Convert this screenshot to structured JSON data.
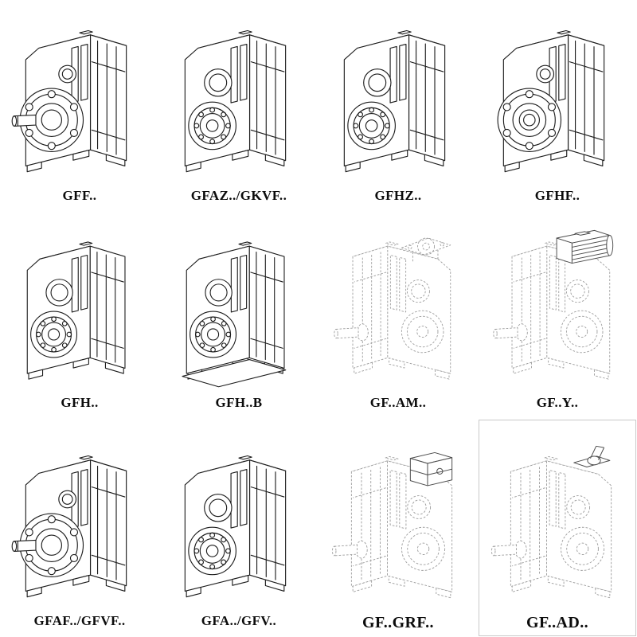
{
  "page": {
    "background": "#ffffff",
    "line_color": "#1c1c1c",
    "phantom_line_color": "#9b9b9b"
  },
  "catalog": {
    "cells": [
      {
        "label": "GFF..",
        "drawing": "#sym-flange-shaft"
      },
      {
        "label": "GFAZ../GKVF..",
        "drawing": "#sym-bores"
      },
      {
        "label": "GFHZ..",
        "drawing": "#sym-bores"
      },
      {
        "label": "GFHF..",
        "drawing": "#sym-flange"
      },
      {
        "label": "GFH..",
        "drawing": "#sym-bores"
      },
      {
        "label": "GFH..B",
        "drawing": "#sym-bores-b"
      },
      {
        "label": "GF..AM..",
        "drawing": "#sym-dash-am"
      },
      {
        "label": "GF..Y..",
        "drawing": "#sym-dash-motor"
      },
      {
        "label": "GFAF../GFVF..",
        "drawing": "#sym-flange-shaft"
      },
      {
        "label": "GFA../GFV..",
        "drawing": "#sym-bores"
      },
      {
        "label": "GF..GRF..",
        "drawing": "#sym-dash-block"
      },
      {
        "label": "GF..AD..",
        "drawing": "#sym-dash-shaft"
      }
    ]
  }
}
